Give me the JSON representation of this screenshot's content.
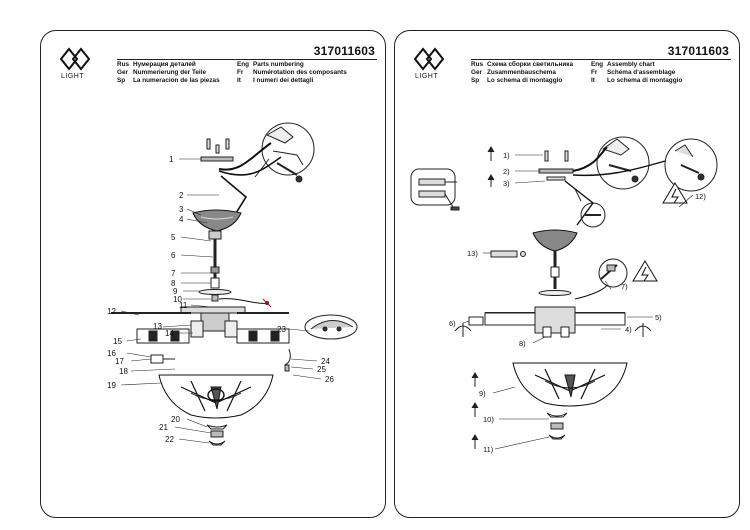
{
  "brand": {
    "logo_text": "LIGHT"
  },
  "left": {
    "code": "317011603",
    "langs": [
      {
        "code": "Rus",
        "text": "Нумерация деталей"
      },
      {
        "code": "Ger",
        "text": "Nummerierung der Teile"
      },
      {
        "code": "Sp",
        "text": "La numeración de las piezas"
      },
      {
        "code": "Eng",
        "text": "Parts numbering"
      },
      {
        "code": "Fr",
        "text": "Numérotation des composants"
      },
      {
        "code": "It",
        "text": "I numeri dei dettagli"
      }
    ],
    "callouts": [
      "1",
      "2",
      "3",
      "4",
      "5",
      "6",
      "7",
      "8",
      "9",
      "10",
      "11",
      "12",
      "13",
      "14",
      "15",
      "16",
      "17",
      "18",
      "19",
      "20",
      "21",
      "22",
      "23",
      "24",
      "25",
      "26"
    ]
  },
  "right": {
    "code": "317011603",
    "langs": [
      {
        "code": "Rus",
        "text": "Схема сборки светильника"
      },
      {
        "code": "Ger",
        "text": "Zusammenbauschema"
      },
      {
        "code": "Sp",
        "text": "Lo schema di montaggio"
      },
      {
        "code": "Eng",
        "text": "Assembly chart"
      },
      {
        "code": "Fr",
        "text": "Schéma d'assemblage"
      },
      {
        "code": "It",
        "text": "Lo schema di montaggio"
      }
    ],
    "steps": [
      "1)",
      "2)",
      "3)",
      "4)",
      "5)",
      "6)",
      "7)",
      "8)",
      "9)",
      "10)",
      "11)",
      "12)",
      "13)"
    ]
  }
}
